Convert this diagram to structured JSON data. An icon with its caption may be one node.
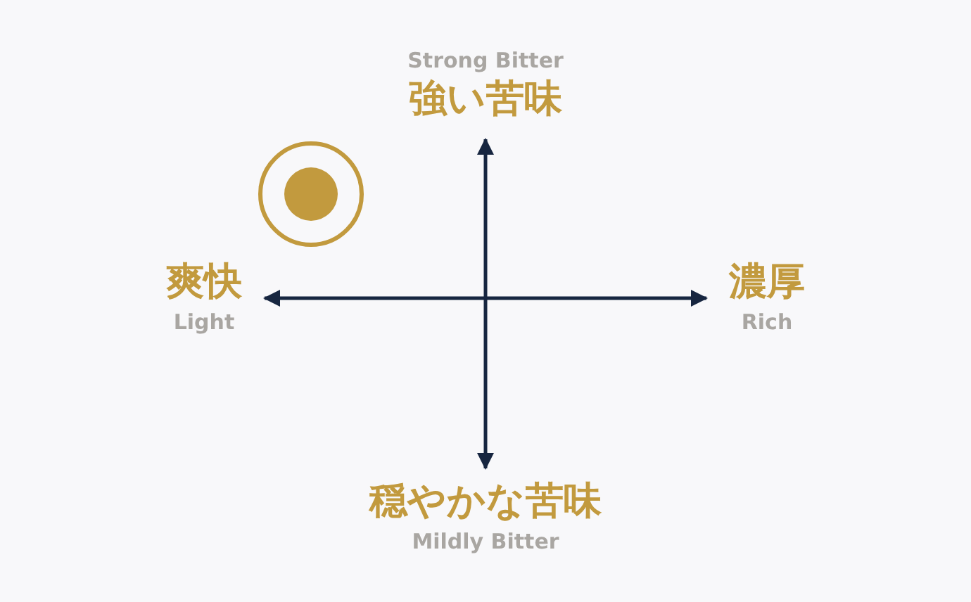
{
  "diagram": {
    "nodes": [
      {
        "text": [
          "Strong Bitter",
          "強い苦味"
        ]
      },
      {
        "text": [
          "濃厚",
          "Rich"
        ]
      },
      {
        "text": [
          "穏やかな苦味",
          "Mildly Bitter"
        ]
      },
      {
        "text": [
          "爽快",
          "Light"
        ]
      }
    ],
    "edges": [
      {
        "from": 2,
        "to": 0,
        "arrow": "both"
      },
      {
        "from": 3,
        "to": 1,
        "arrow": "both"
      }
    ]
  }
}
